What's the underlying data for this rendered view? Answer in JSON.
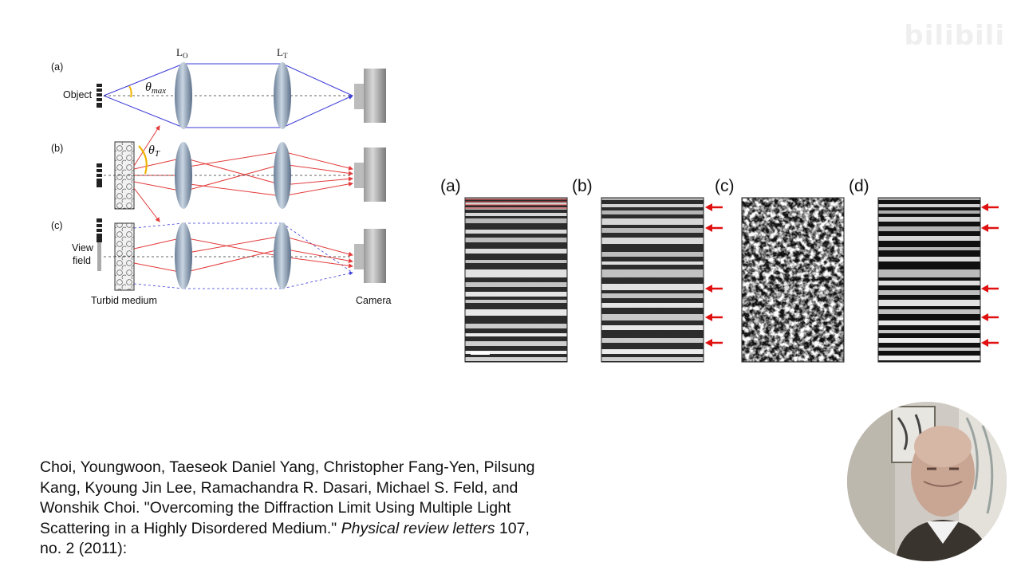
{
  "watermark": {
    "text": "bilibili"
  },
  "optics": {
    "rows": [
      {
        "label": "(a)"
      },
      {
        "label": "(b)"
      },
      {
        "label": "(c)"
      }
    ],
    "object_label": "Object",
    "lens_o": {
      "main": "L",
      "sub": "O"
    },
    "lens_t": {
      "main": "L",
      "sub": "T"
    },
    "theta_max": {
      "main": "θ",
      "sub": "max"
    },
    "theta_t": {
      "main": "θ",
      "sub": "T"
    },
    "view_field_line1": "View",
    "view_field_line2": "field",
    "turbid_label": "Turbid medium",
    "camera_label": "Camera",
    "colors": {
      "blue_ray": "#3a3ad8",
      "red_ray": "#e33b3b",
      "angle": "#f0b400"
    }
  },
  "figure": {
    "panels": [
      {
        "label": "(a)"
      },
      {
        "label": "(b)"
      },
      {
        "label": "(c)"
      },
      {
        "label": "(d)"
      }
    ],
    "arrow_color": "#e01010"
  },
  "citation": {
    "main": "Choi, Youngwoon, Taeseok Daniel Yang, Christopher Fang-Yen, Pilsung Kang, Kyoung Jin Lee, Ramachandra R. Dasari, Michael S. Feld, and Wonshik Choi. \"Overcoming the Diffraction Limit Using Multiple Light Scattering in a Highly Disordered Medium.\" ",
    "journal": "Physical review letters",
    "tail": " 107, no. 2 (2011):"
  }
}
